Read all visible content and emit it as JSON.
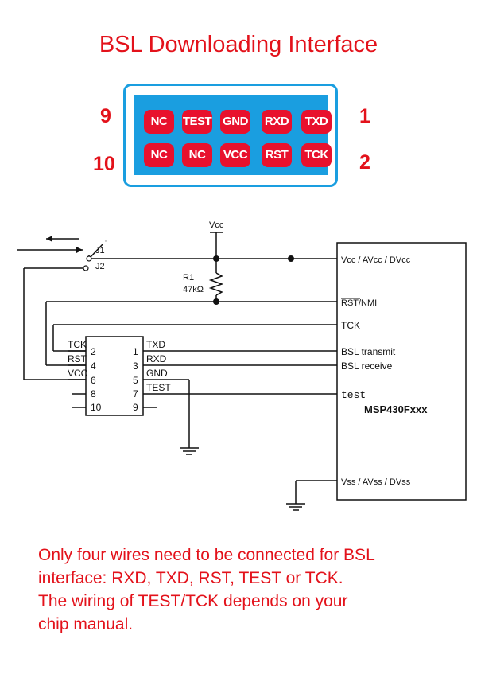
{
  "title": "BSL Downloading Interface",
  "connector": {
    "row_top": [
      "NC",
      "TEST",
      "GND",
      "RXD",
      "TXD"
    ],
    "row_bottom": [
      "NC",
      "NC",
      "VCC",
      "RST",
      "TCK"
    ],
    "num_top_left": "9",
    "num_bottom_left": "10",
    "num_top_right": "1",
    "num_bottom_right": "2",
    "colors": {
      "frame": "#1a9ee0",
      "pin": "#e8112d",
      "text": "#e3121b"
    }
  },
  "schematic": {
    "vcc": "Vcc",
    "j1": "J1",
    "j2": "J2",
    "r1_name": "R1",
    "r1_value": "47kΩ",
    "header_left_labels": [
      "TCK",
      "RST",
      "VCC"
    ],
    "header_left_pins": [
      "2",
      "4",
      "6",
      "8",
      "10"
    ],
    "header_right_pins": [
      "1",
      "3",
      "5",
      "7",
      "9"
    ],
    "header_right_labels": [
      "TXD",
      "RXD",
      "GND",
      "TEST"
    ],
    "mcu_pins": [
      "Vcc / AVcc / DVcc",
      "RST/NMI",
      "TCK",
      "BSL transmit",
      "BSL receive",
      "test",
      "Vss / AVss / DVss"
    ],
    "mcu_name": "MSP430Fxxx"
  },
  "note": [
    "Only four wires need to be connected for BSL",
    "interface: RXD, TXD, RST, TEST or TCK.",
    "The wiring of TEST/TCK depends on your",
    "chip manual."
  ]
}
